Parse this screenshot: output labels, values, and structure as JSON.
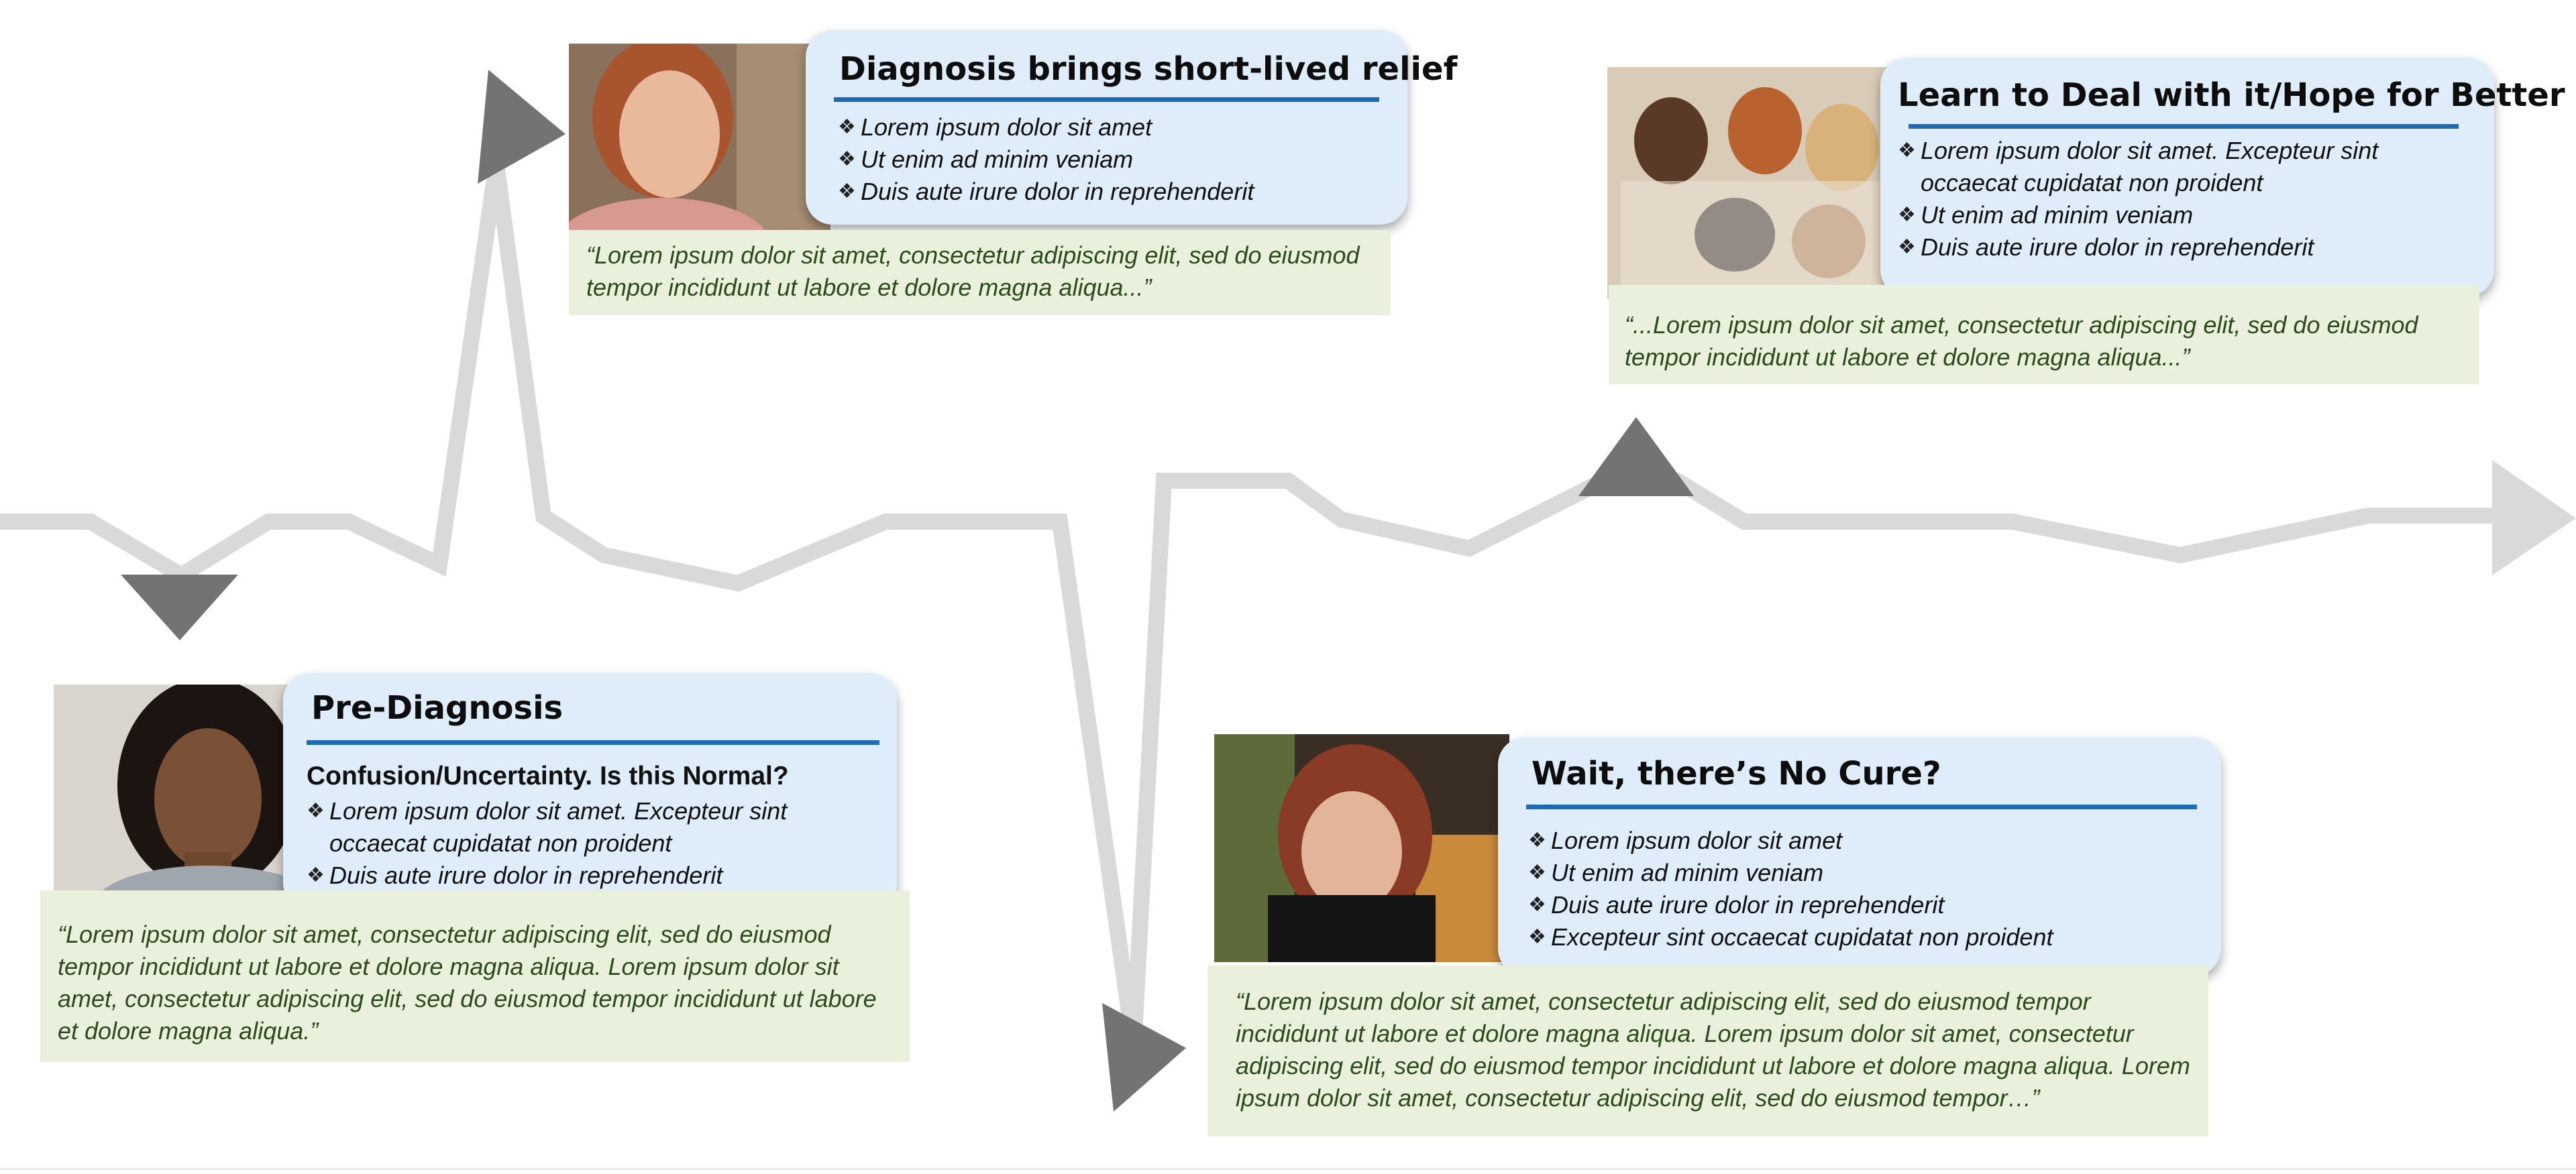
{
  "colors": {
    "path": "#d9d9d9",
    "marker": "#737373",
    "card_bg": "#deedf9",
    "title_rule": "#1f6bb3",
    "quote_bg": "#e9f1dd",
    "quote_text": "#2c4a1c"
  },
  "stages": [
    {
      "id": "pre-diagnosis",
      "title": "Pre-Diagnosis",
      "subtitle": "Confusion/Uncertainty.  Is this Normal?",
      "bullets": [
        "Lorem ipsum dolor sit amet. Excepteur sint occaecat cupidatat non proident",
        "Duis aute irure dolor in reprehenderit"
      ],
      "quote": "“Lorem ipsum dolor sit amet, consectetur adipiscing elit, sed do eiusmod tempor incididunt ut labore et dolore magna aliqua. Lorem ipsum dolor sit amet, consectetur adipiscing elit, sed do eiusmod tempor incididunt ut labore et dolore magna aliqua.”",
      "photo": "woman-looking-aside-photo",
      "marker": "down-triangle"
    },
    {
      "id": "diagnosis-relief",
      "title": "Diagnosis brings short-lived relief",
      "bullets": [
        "Lorem ipsum dolor sit amet",
        "Ut enim ad minim veniam",
        "Duis aute irure dolor in reprehenderit"
      ],
      "quote": "“Lorem ipsum dolor sit amet, consectetur adipiscing elit, sed do eiusmod tempor incididunt ut labore et dolore magna aliqua...”",
      "photo": "woman-eyes-closed-photo",
      "marker": "right-triangle"
    },
    {
      "id": "no-cure",
      "title": "Wait, there’s No Cure?",
      "bullets": [
        "Lorem ipsum dolor sit amet",
        "Ut enim ad minim veniam",
        "Duis aute irure dolor in reprehenderit",
        "Excepteur sint occaecat cupidatat non proident"
      ],
      "quote": "“Lorem ipsum dolor sit amet, consectetur adipiscing elit, sed do eiusmod tempor incididunt ut labore et dolore magna aliqua. Lorem ipsum dolor sit amet, consectetur adipiscing elit, sed do eiusmod tempor incididunt ut labore et dolore magna aliqua. Lorem ipsum dolor sit amet, consectetur adipiscing elit, sed do eiusmod tempor…”",
      "photo": "woman-hands-on-face-photo",
      "marker": "right-triangle"
    },
    {
      "id": "learn-to-deal",
      "title": "Learn to Deal with it/Hope for Better",
      "bullets": [
        "Lorem ipsum dolor sit amet. Excepteur sint occaecat cupidatat non proident",
        "Ut enim ad minim veniam",
        "Duis aute irure dolor in reprehenderit"
      ],
      "quote": "“...Lorem ipsum dolor sit amet, consectetur adipiscing elit, sed do eiusmod tempor incididunt ut labore et dolore magna aliqua...”",
      "photo": "group-of-women-photo",
      "marker": "up-triangle"
    }
  ]
}
